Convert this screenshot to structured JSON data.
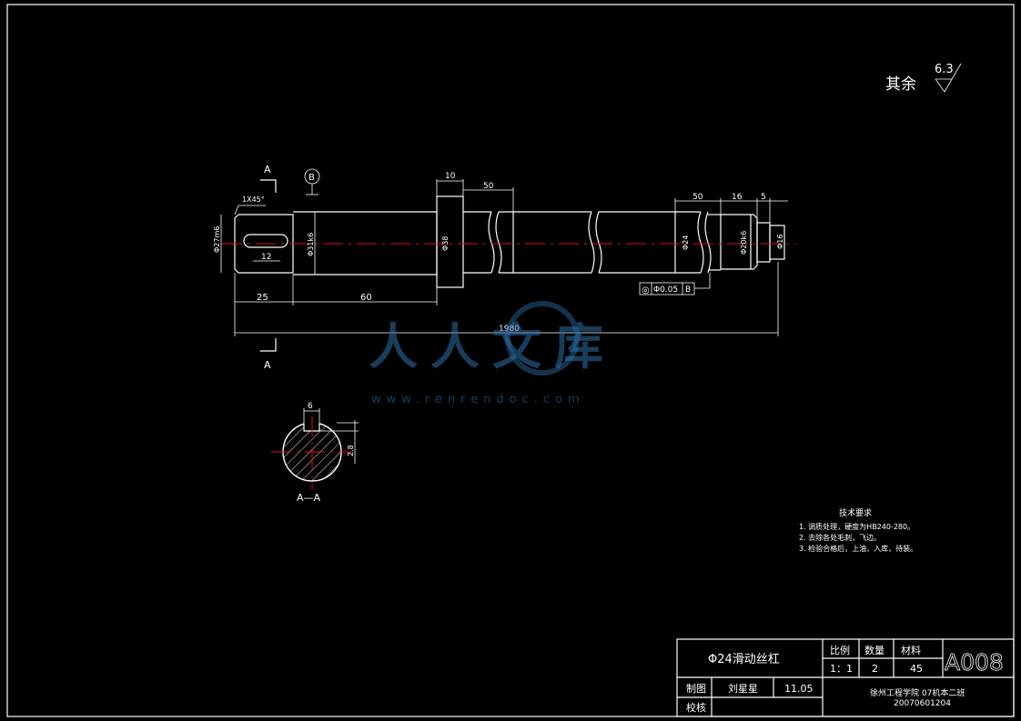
{
  "drawing": {
    "roughness_label": "其余",
    "roughness_value": "6.3",
    "section_mark_top": "A",
    "section_mark_bottom": "A",
    "datum_label": "B",
    "chamfer_note": "1X45°",
    "dims": {
      "d_left_end": "Φ27m6",
      "d_shoulder": "Φ31k6",
      "d_collar": "Φ38",
      "d_thread": "Φ24",
      "d_journal": "Φ20k6",
      "d_tip": "Φ16",
      "key_length": "12",
      "len_25": "25",
      "len_60": "60",
      "len_total": "1980",
      "len_10": "10",
      "len_50a": "50",
      "len_50b": "50",
      "len_16": "16",
      "len_5": "5"
    },
    "tolerance_frame": {
      "symbol": "◎",
      "value": "Φ0.05",
      "datum": "B"
    },
    "section": {
      "title": "A—A",
      "key_width": "6",
      "depth": "2.8"
    },
    "tech_requirements": {
      "title": "技术要求",
      "items": [
        "1. 调质处理，硬度为HB240-280。",
        "2. 去除各处毛刺，飞边。",
        "3. 检验合格后，上油，入库，待装。"
      ]
    },
    "watermark": {
      "text": "人人文库",
      "url": "www.renrendoc.com"
    }
  },
  "title_block": {
    "part_name": "Φ24滑动丝杠",
    "scale_label": "比例",
    "scale_value": "1：1",
    "qty_label": "数量",
    "qty_value": "2",
    "material_label": "材料",
    "material_value": "45",
    "drawing_no": "A008",
    "drawn_label": "制图",
    "drawn_by": "刘星星",
    "drawn_date": "11.05",
    "checked_label": "校核",
    "school": "徐州工程学院 07机本二班",
    "student_id": "20070601204"
  },
  "colors": {
    "background": "#000000",
    "line": "#ffffff",
    "center_line": "#e01010",
    "watermark": "#2f6fa8"
  }
}
